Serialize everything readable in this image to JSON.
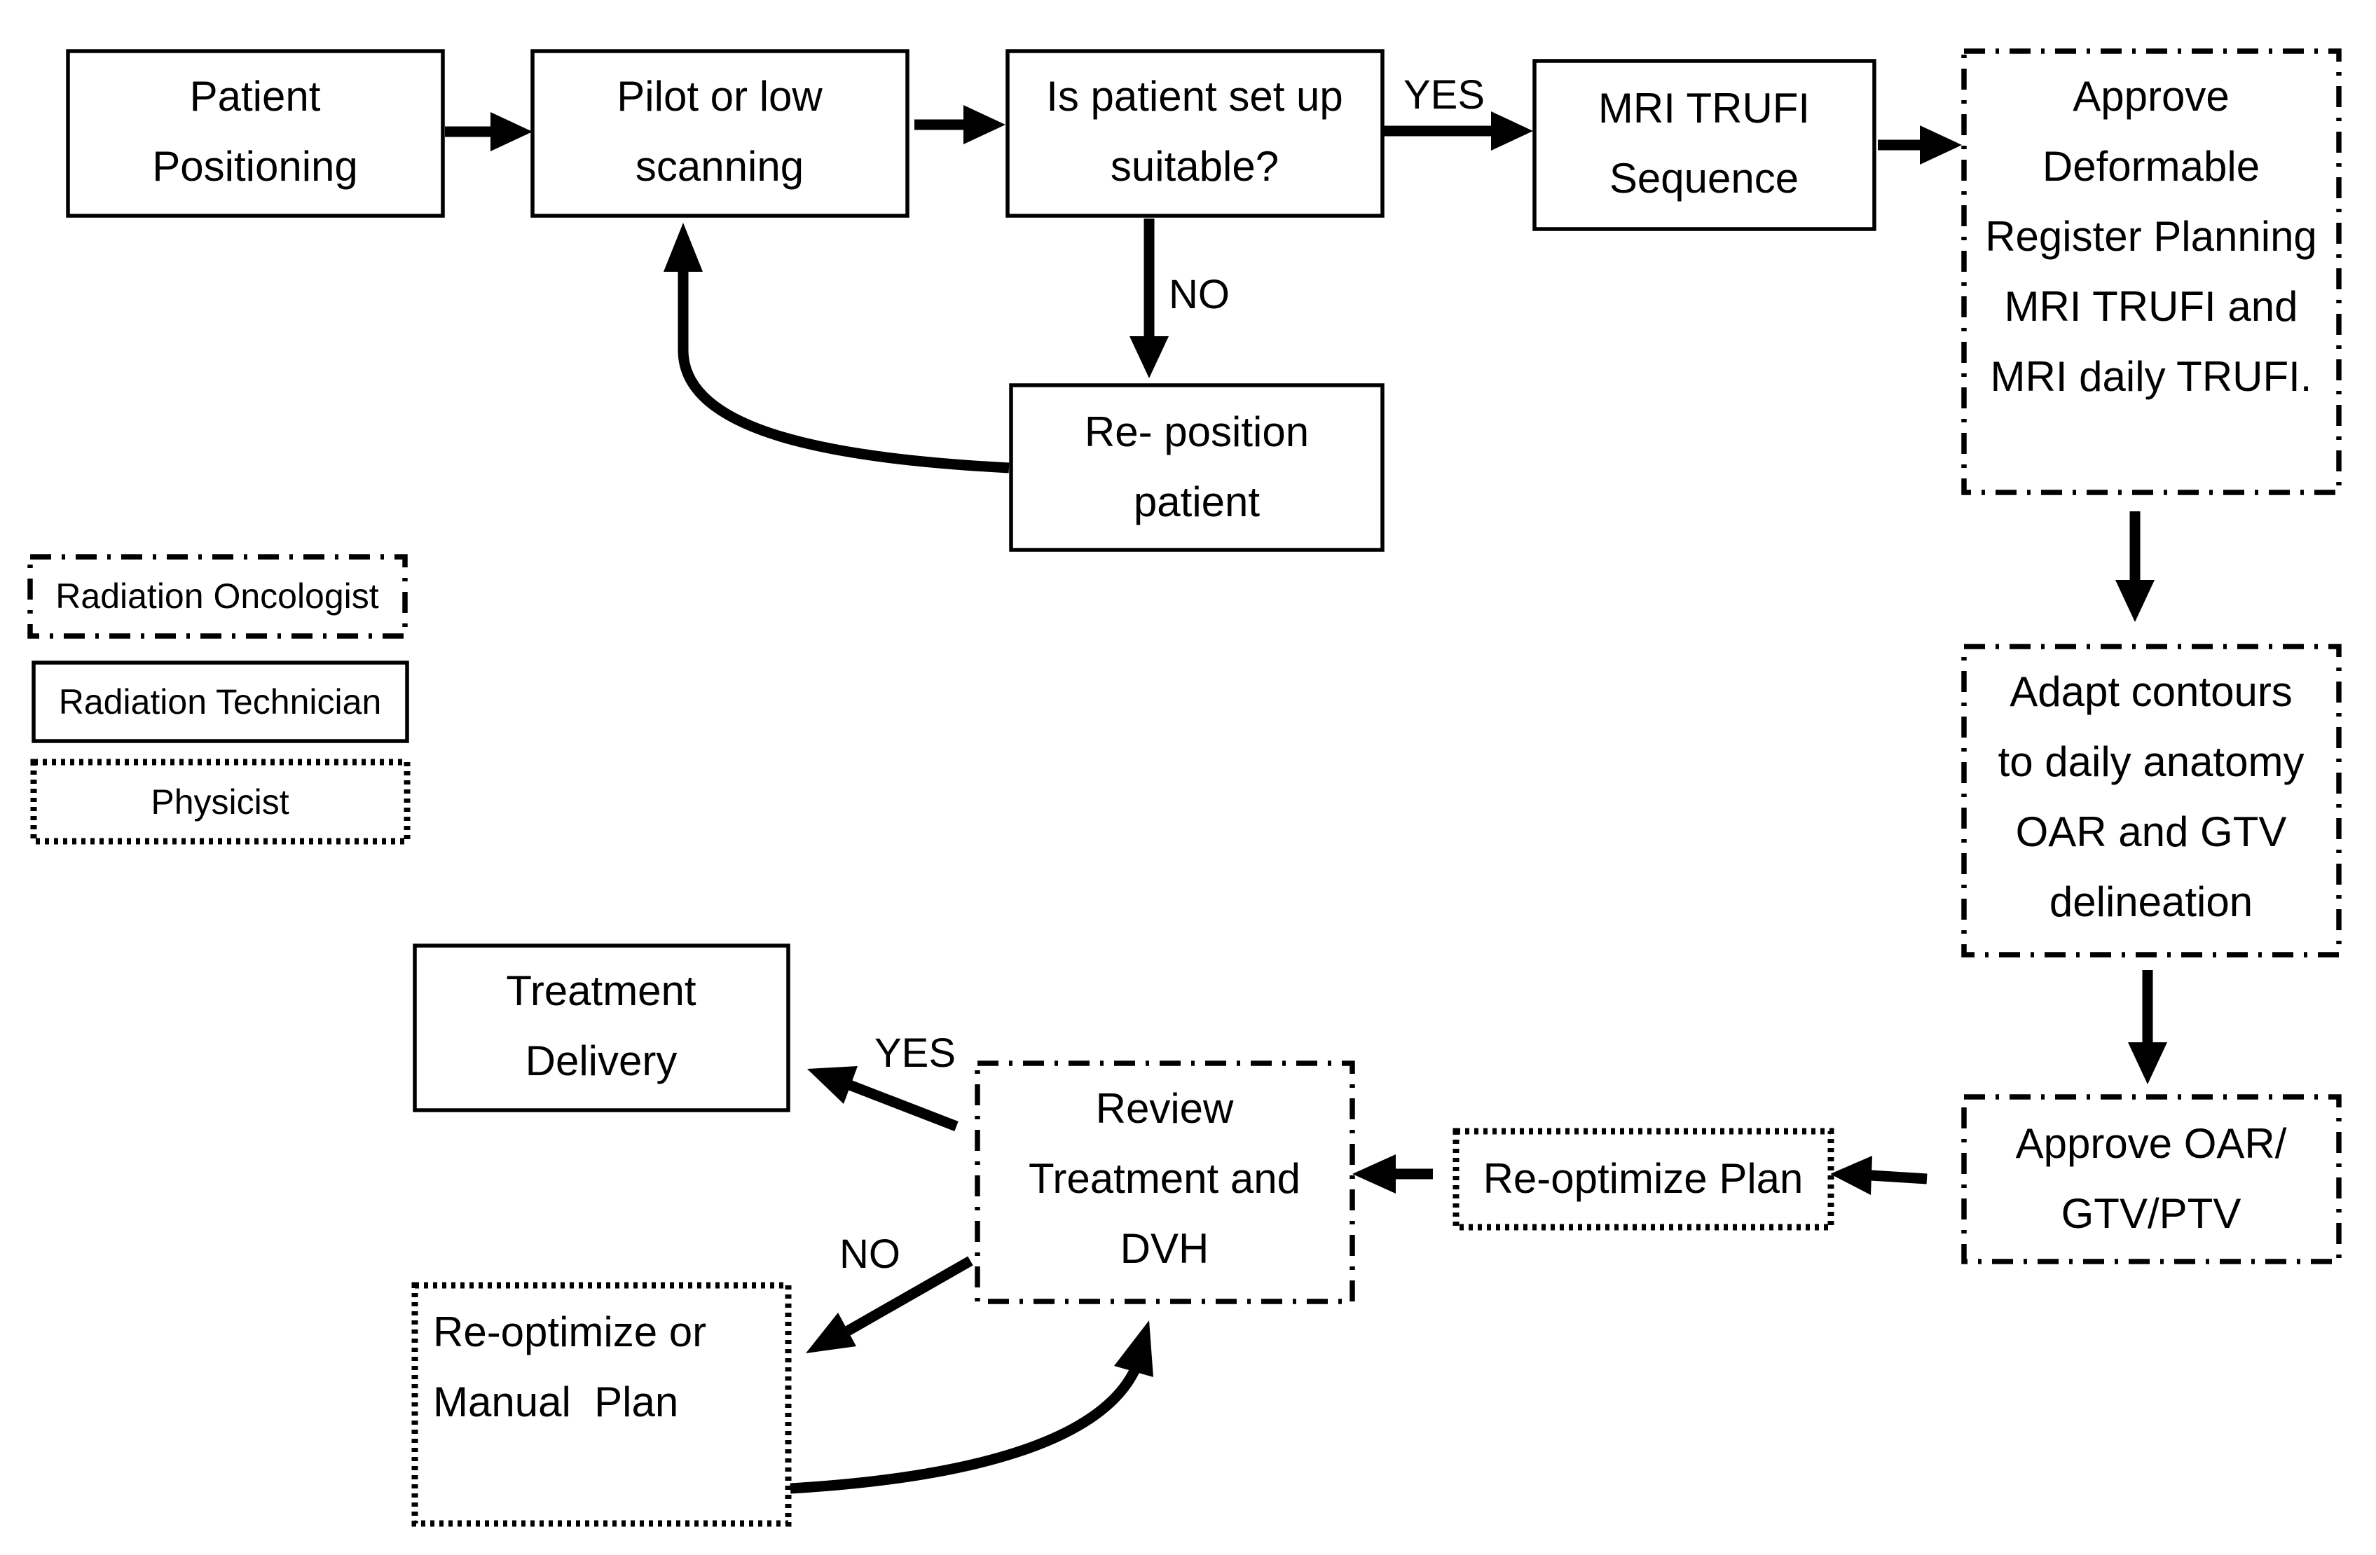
{
  "colors": {
    "stroke": "#000000",
    "background": "#ffffff"
  },
  "nodes": {
    "patient_positioning": [
      "Patient",
      "Positioning"
    ],
    "pilot_scanning": [
      "Pilot or low",
      "scanning"
    ],
    "setup_decision": [
      "Is patient set up",
      "suitable?"
    ],
    "mri_trufi": [
      "MRI TRUFI",
      "Sequence"
    ],
    "approve_deformable": [
      "Approve",
      "Deformable",
      "Register Planning",
      "MRI TRUFI and",
      "MRI daily TRUFI."
    ],
    "reposition": [
      "Re- position",
      "patient"
    ],
    "adapt_contours": [
      "Adapt contours",
      "to daily anatomy",
      "OAR and GTV",
      "delineation"
    ],
    "approve_oar": [
      "Approve OAR/",
      "GTV/PTV"
    ],
    "reoptimize_plan": [
      "Re-optimize Plan"
    ],
    "review_treatment": [
      "Review",
      "Treatment and",
      "DVH"
    ],
    "treatment_delivery": [
      "Treatment",
      "Delivery"
    ],
    "manual_plan": [
      "Re-optimize or",
      "Manual  Plan"
    ]
  },
  "edge_labels": {
    "setup_yes": "YES",
    "setup_no": "NO",
    "review_yes": "YES",
    "review_no": "NO"
  },
  "legend": [
    {
      "label": "Radiation Oncologist",
      "border": "dash-dot"
    },
    {
      "label": "Radiation Technician",
      "border": "solid"
    },
    {
      "label": "Physicist",
      "border": "dotted"
    }
  ]
}
